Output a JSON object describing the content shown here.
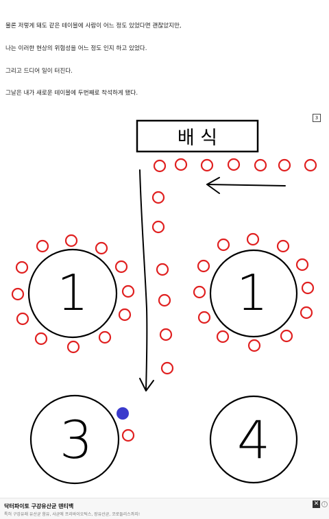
{
  "post": {
    "lines": [
      "물론 저렇게 돼도 같은 테이블에 사람이 어느 정도 있었다면 괜찮았지만,",
      "나는 이러한 현상의 위험성을 어느 정도 인지 하고 있었다.",
      "그리고 드디어 일이 터진다.",
      "그날은 내가 새로운 테이블에 두번째로 착석하게 됐다."
    ],
    "page_badge": "3"
  },
  "drawing": {
    "serving_label": "배  식",
    "tables": [
      {
        "label": "1"
      },
      {
        "label": "1"
      },
      {
        "label": "3"
      },
      {
        "label": "4"
      }
    ],
    "colors": {
      "ink": "#000000",
      "seat": "#e02020",
      "me": "#3a3acc"
    }
  },
  "ad": {
    "title": "닥터파이토 구강유산균 덴티백",
    "description": "특허 구강유래 유산균 함유, 사균에 프리바이오틱스, 장유산균, 코로들리스까지!",
    "close_glyph": "✕",
    "info_glyph": "i"
  }
}
